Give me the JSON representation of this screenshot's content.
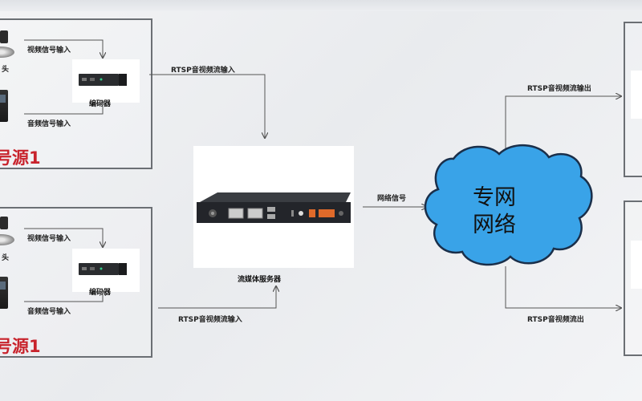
{
  "source1": {
    "title": "号源1",
    "camera_caption": "头",
    "video_input": "视频信号输入",
    "audio_input": "音频信号输入",
    "encoder": "编码器"
  },
  "source2": {
    "title": "号源1",
    "camera_caption": "头",
    "video_input": "视频信号输入",
    "audio_input": "音频信号输入",
    "encoder": "编码器"
  },
  "links": {
    "rtsp_in_top": "RTSP音视频流输入",
    "rtsp_in_bottom": "RTSP音视频流输入",
    "network_signal": "网络信号",
    "rtsp_out_top": "RTSP音视频流输出",
    "rtsp_out_bottom": "RTSP音视频流出"
  },
  "server": {
    "label": "流媒体服务器"
  },
  "cloud": {
    "line1": "专网",
    "line2": "网络",
    "fill": "#39a3e8",
    "stroke": "#1a2f4a"
  },
  "colors": {
    "source_title": "#c8232c",
    "box_border": "#6b6f74",
    "line": "#555555"
  }
}
